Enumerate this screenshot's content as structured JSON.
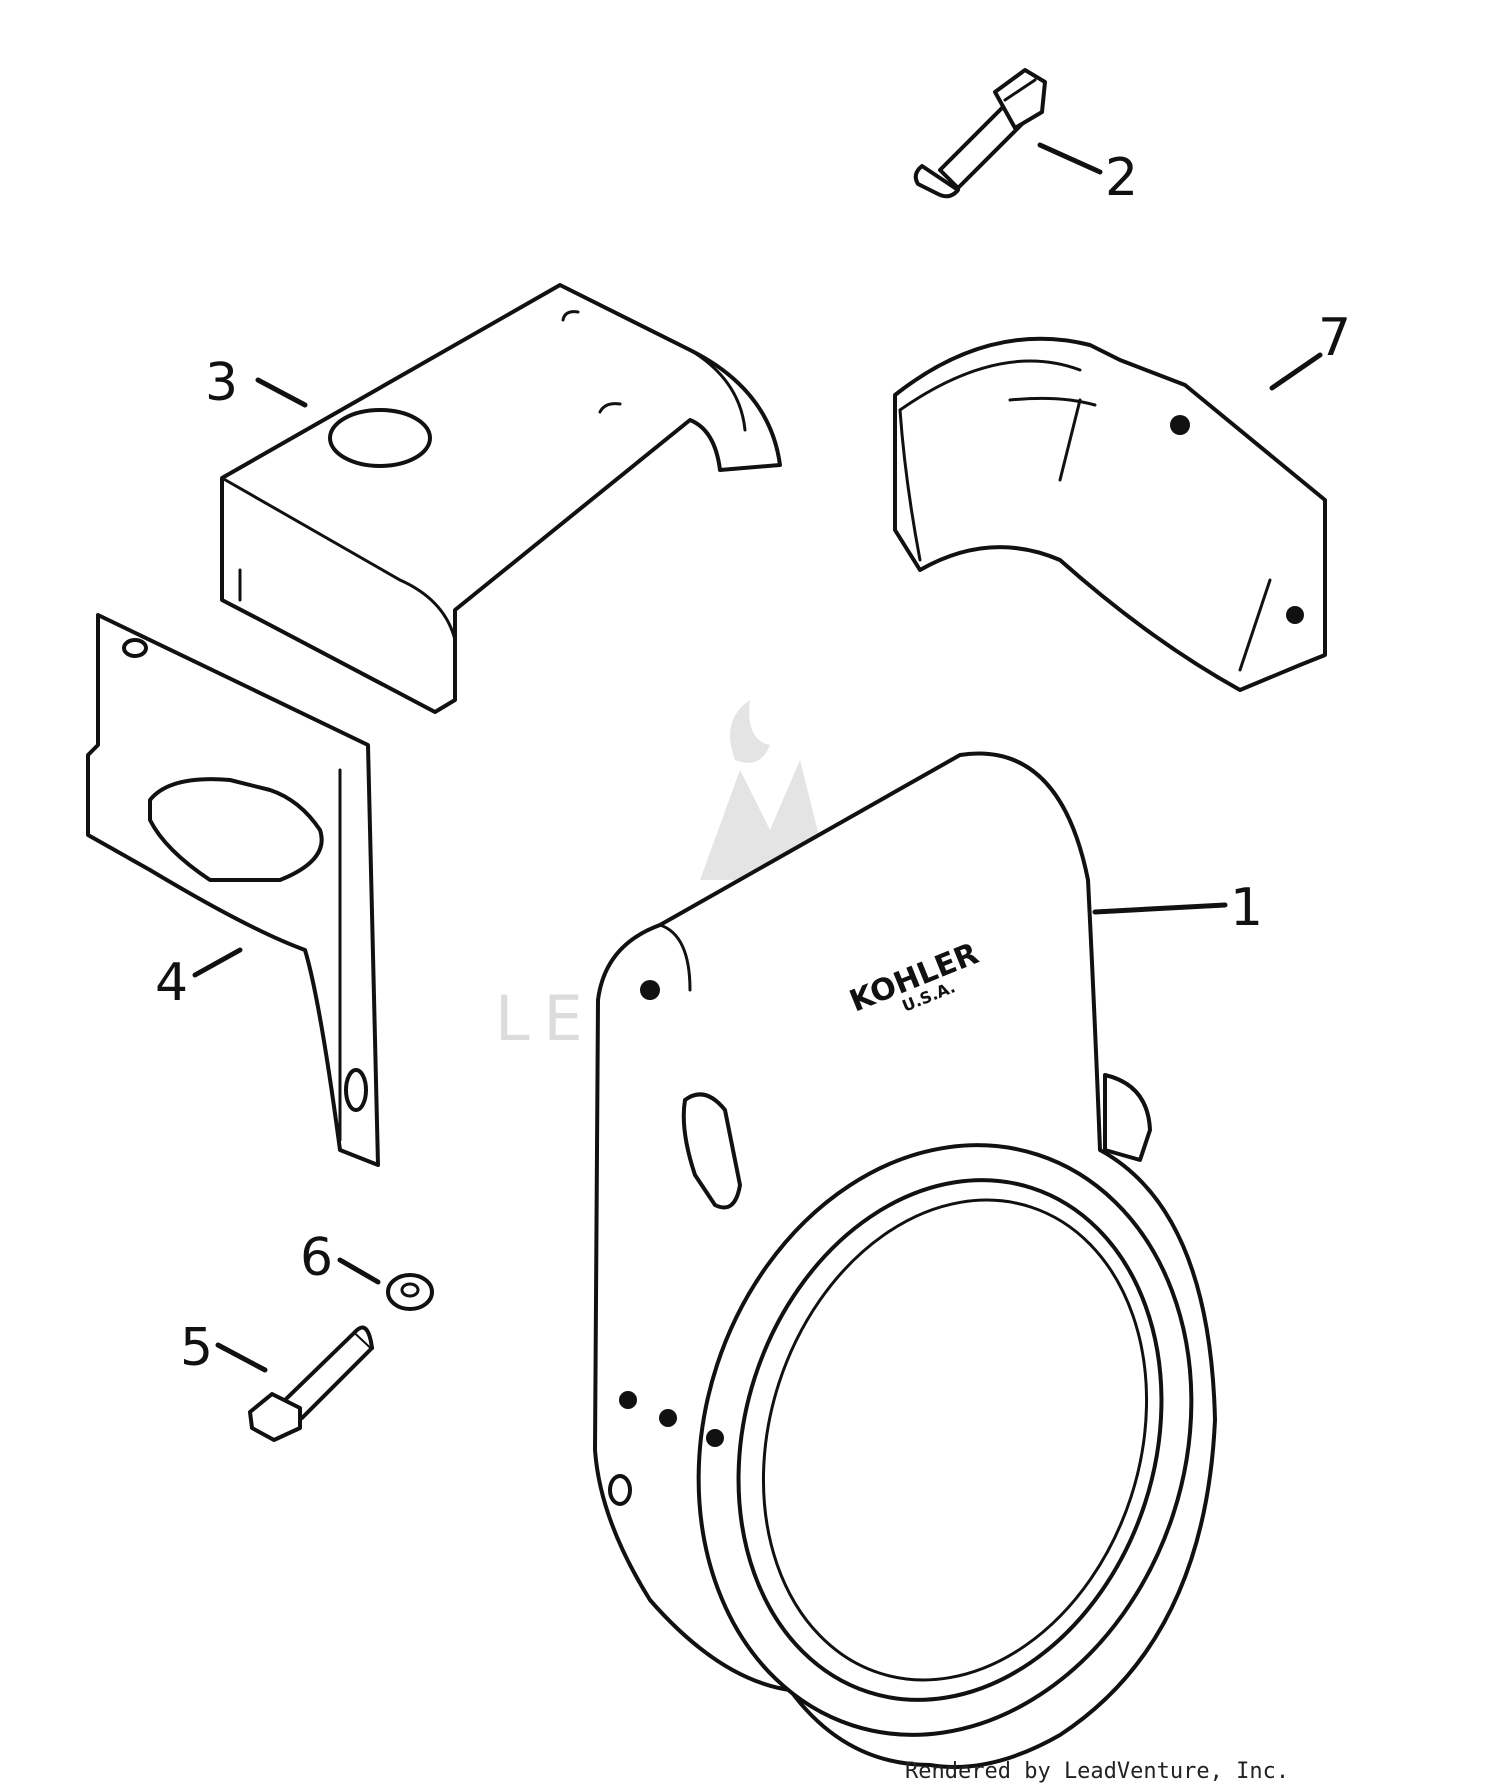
{
  "callouts": {
    "p1": "1",
    "p2": "2",
    "p3": "3",
    "p4": "4",
    "p5": "5",
    "p6": "6",
    "p7": "7"
  },
  "brand_label": {
    "name": "KOHLER",
    "country": "U.S.A."
  },
  "watermark": "LEADVENTURE",
  "credit": "Rendered by LeadVenture, Inc."
}
